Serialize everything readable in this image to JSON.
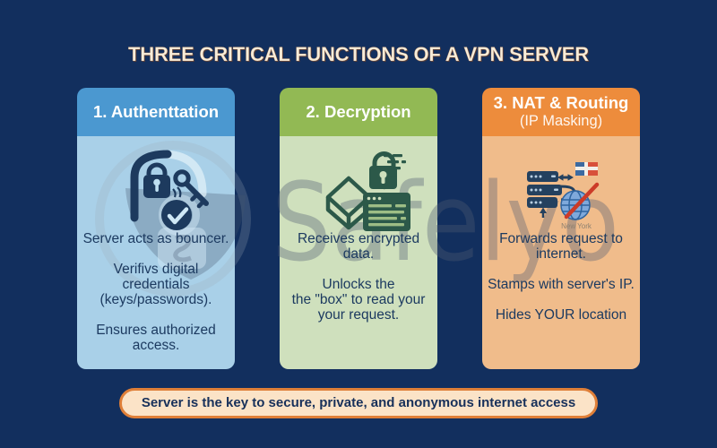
{
  "title": "THREE CRITICAL FUNCTIONS OF A VPN SERVER",
  "watermark": {
    "text": "Safelyo",
    "logo": "shield-in-ring-logo"
  },
  "palette": {
    "background": "#122f5e",
    "title_color": "#f7edda",
    "card1_header": "#4b98d0",
    "card1_body": "#a9d0e8",
    "card2_header": "#92b954",
    "card2_body": "#cfe0bd",
    "card3_header": "#ed8c3c",
    "card3_body": "#f0bc8b",
    "body_text": "#1c3a60",
    "footer_bg": "#fbe3c7",
    "footer_border": "#df7f38"
  },
  "cards": [
    {
      "title": "1. Authenttation",
      "icon": "padlock-key-check-icon",
      "paragraphs": [
        [
          "Server acts as bouncer."
        ],
        [
          "Verifivs digital",
          "credentials",
          "(keys/passwords)."
        ],
        [
          "Ensures authorized",
          "access."
        ]
      ]
    },
    {
      "title": "2. Decryption",
      "icon": "locked-box-code-icon",
      "paragraphs": [
        [
          "Receives encrypted",
          "data."
        ],
        [
          "Unlocks the",
          "the \"box\" to read your",
          "your request."
        ]
      ]
    },
    {
      "title": "3. NAT & Routing",
      "subtitle": "(IP Masking)",
      "icon": "server-globe-flag-icon",
      "icon_label": "New York",
      "paragraphs": [
        [
          "Forwards request to",
          "internet."
        ],
        [
          "Stamps with server's IP."
        ],
        [
          "Hides YOUR location"
        ]
      ]
    }
  ],
  "footer": {
    "text": "Server is the key to secure, private, and anonymous internet access"
  }
}
